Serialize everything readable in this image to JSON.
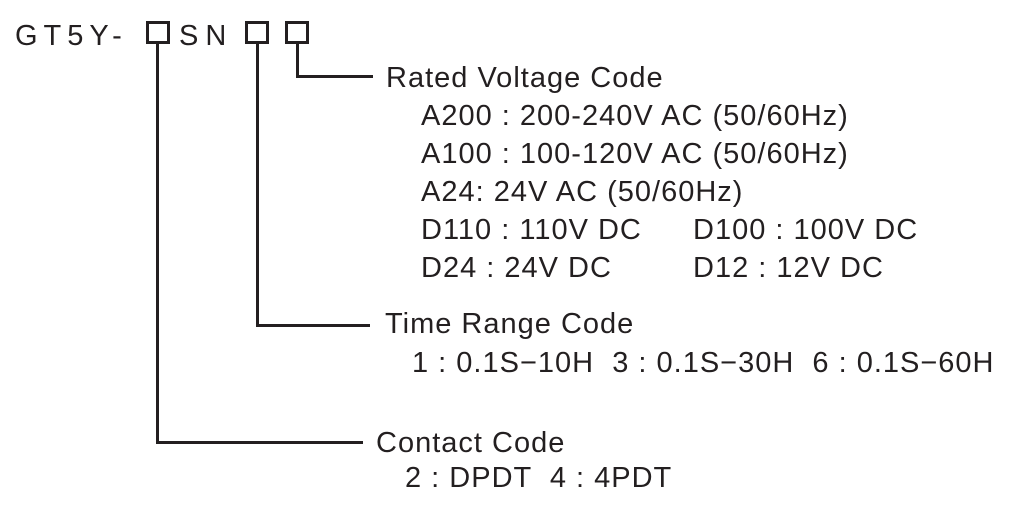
{
  "diagram": {
    "code": {
      "prefix": "GT5Y-",
      "infix": "SN"
    },
    "voltage": {
      "title": "Rated Voltage Code",
      "rows": [
        {
          "col1": "A200 : 200-240V AC (50/60Hz)",
          "col2": ""
        },
        {
          "col1": "A100 : 100-120V AC (50/60Hz)",
          "col2": ""
        },
        {
          "col1": "A24: 24V AC (50/60Hz)",
          "col2": ""
        },
        {
          "col1": "D110 : 110V DC",
          "col2": "D100 : 100V DC"
        },
        {
          "col1": "D24 : 24V DC",
          "col2": "D12 : 12V DC"
        }
      ]
    },
    "time": {
      "title": "Time Range Code",
      "options": "1 : 0.1S−10H  3 : 0.1S−30H  6 : 0.1S−60H"
    },
    "contact": {
      "title": "Contact Code",
      "options": "2 : DPDT  4 : 4PDT"
    }
  },
  "colors": {
    "ink": "#231f20",
    "background": "#ffffff"
  }
}
